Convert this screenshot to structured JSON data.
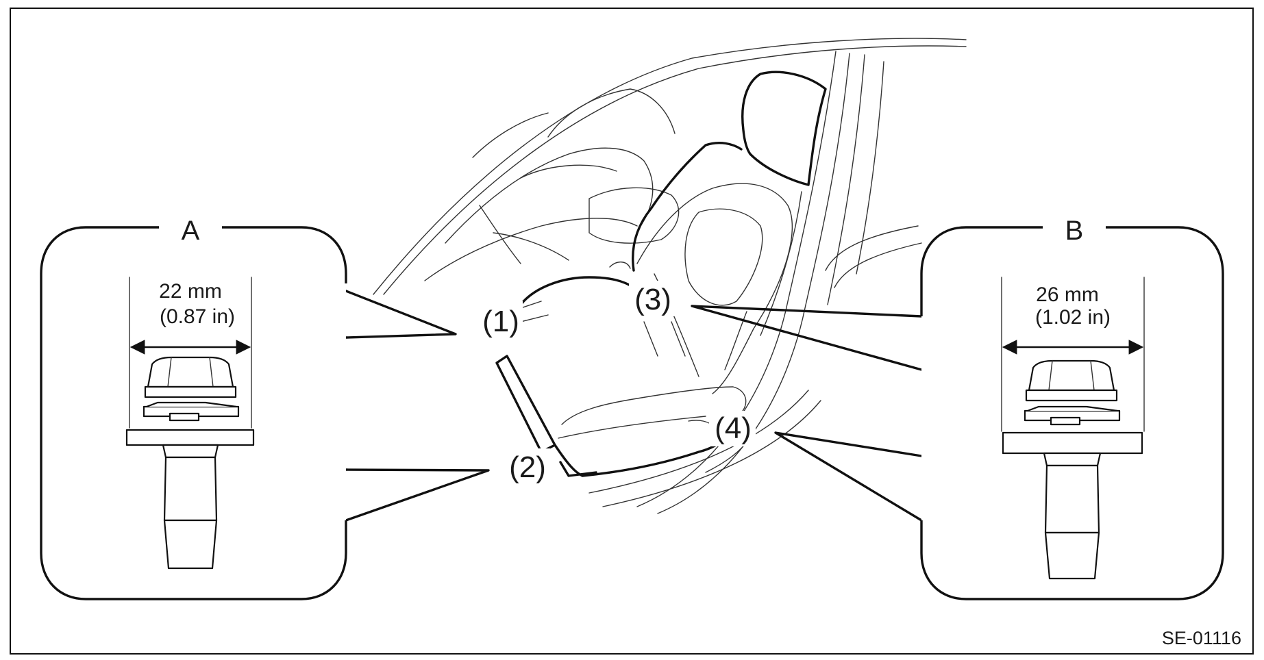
{
  "figure": {
    "code": "SE-01116",
    "callouts": [
      "(1)",
      "(2)",
      "(3)",
      "(4)"
    ],
    "detail_a": {
      "letter": "A",
      "dimension_mm": "22 mm",
      "dimension_in": "(0.87 in)"
    },
    "detail_b": {
      "letter": "B",
      "dimension_mm": "26 mm",
      "dimension_in": "(1.02 in)"
    }
  }
}
